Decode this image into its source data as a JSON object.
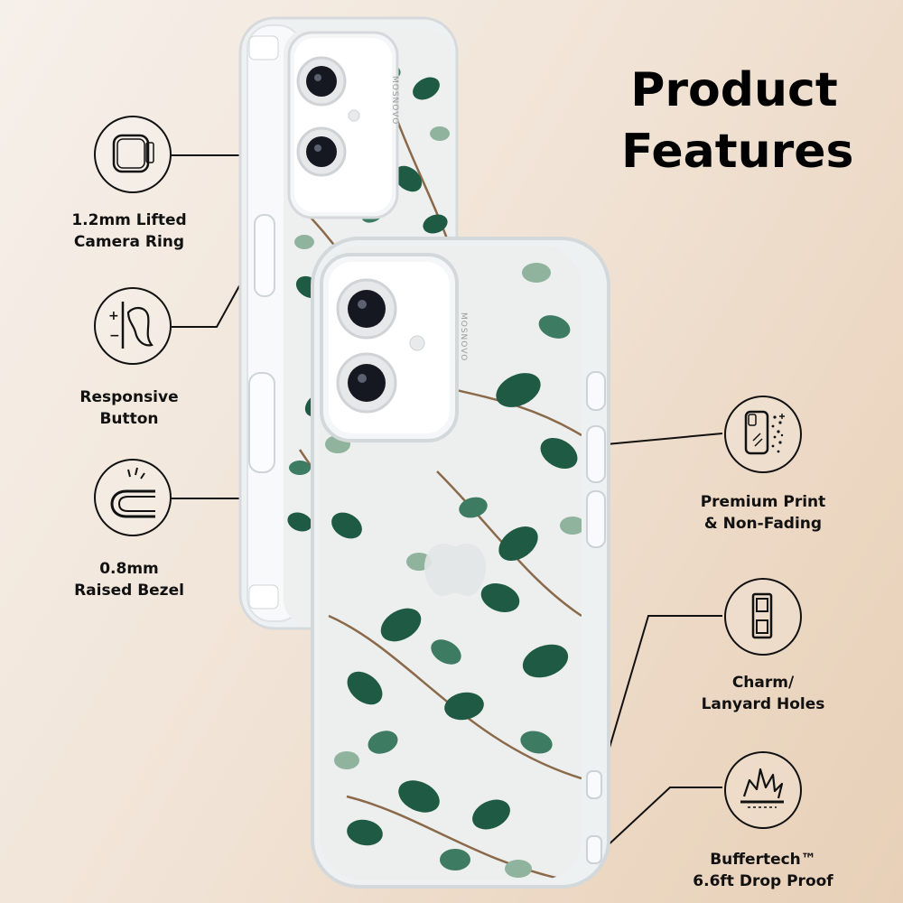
{
  "title": {
    "line1": "Product",
    "line2": "Features"
  },
  "brand": "MOSNOVO",
  "features": [
    {
      "line1": "1.2mm Lifted",
      "line2": "Camera Ring",
      "icon": "camera-ring-icon"
    },
    {
      "line1": "Responsive",
      "line2": "Button",
      "icon": "button-press-icon"
    },
    {
      "line1": "0.8mm",
      "line2": "Raised Bezel",
      "icon": "raised-bezel-icon"
    },
    {
      "line1": "Premium Print",
      "line2": "& Non-Fading",
      "icon": "print-sparkle-icon"
    },
    {
      "line1": "Charm/",
      "line2": "Lanyard Holes",
      "icon": "lanyard-holes-icon"
    },
    {
      "line1": "Buffertech™",
      "line2": "6.6ft Drop Proof",
      "icon": "drop-proof-icon"
    }
  ],
  "colors": {
    "leaf_dark": "#1f5a45",
    "leaf_mid": "#3d7b62",
    "leaf_light": "#8fb39c",
    "stem": "#8a6a4a",
    "background": "#f1e4d7",
    "line": "#111111"
  }
}
